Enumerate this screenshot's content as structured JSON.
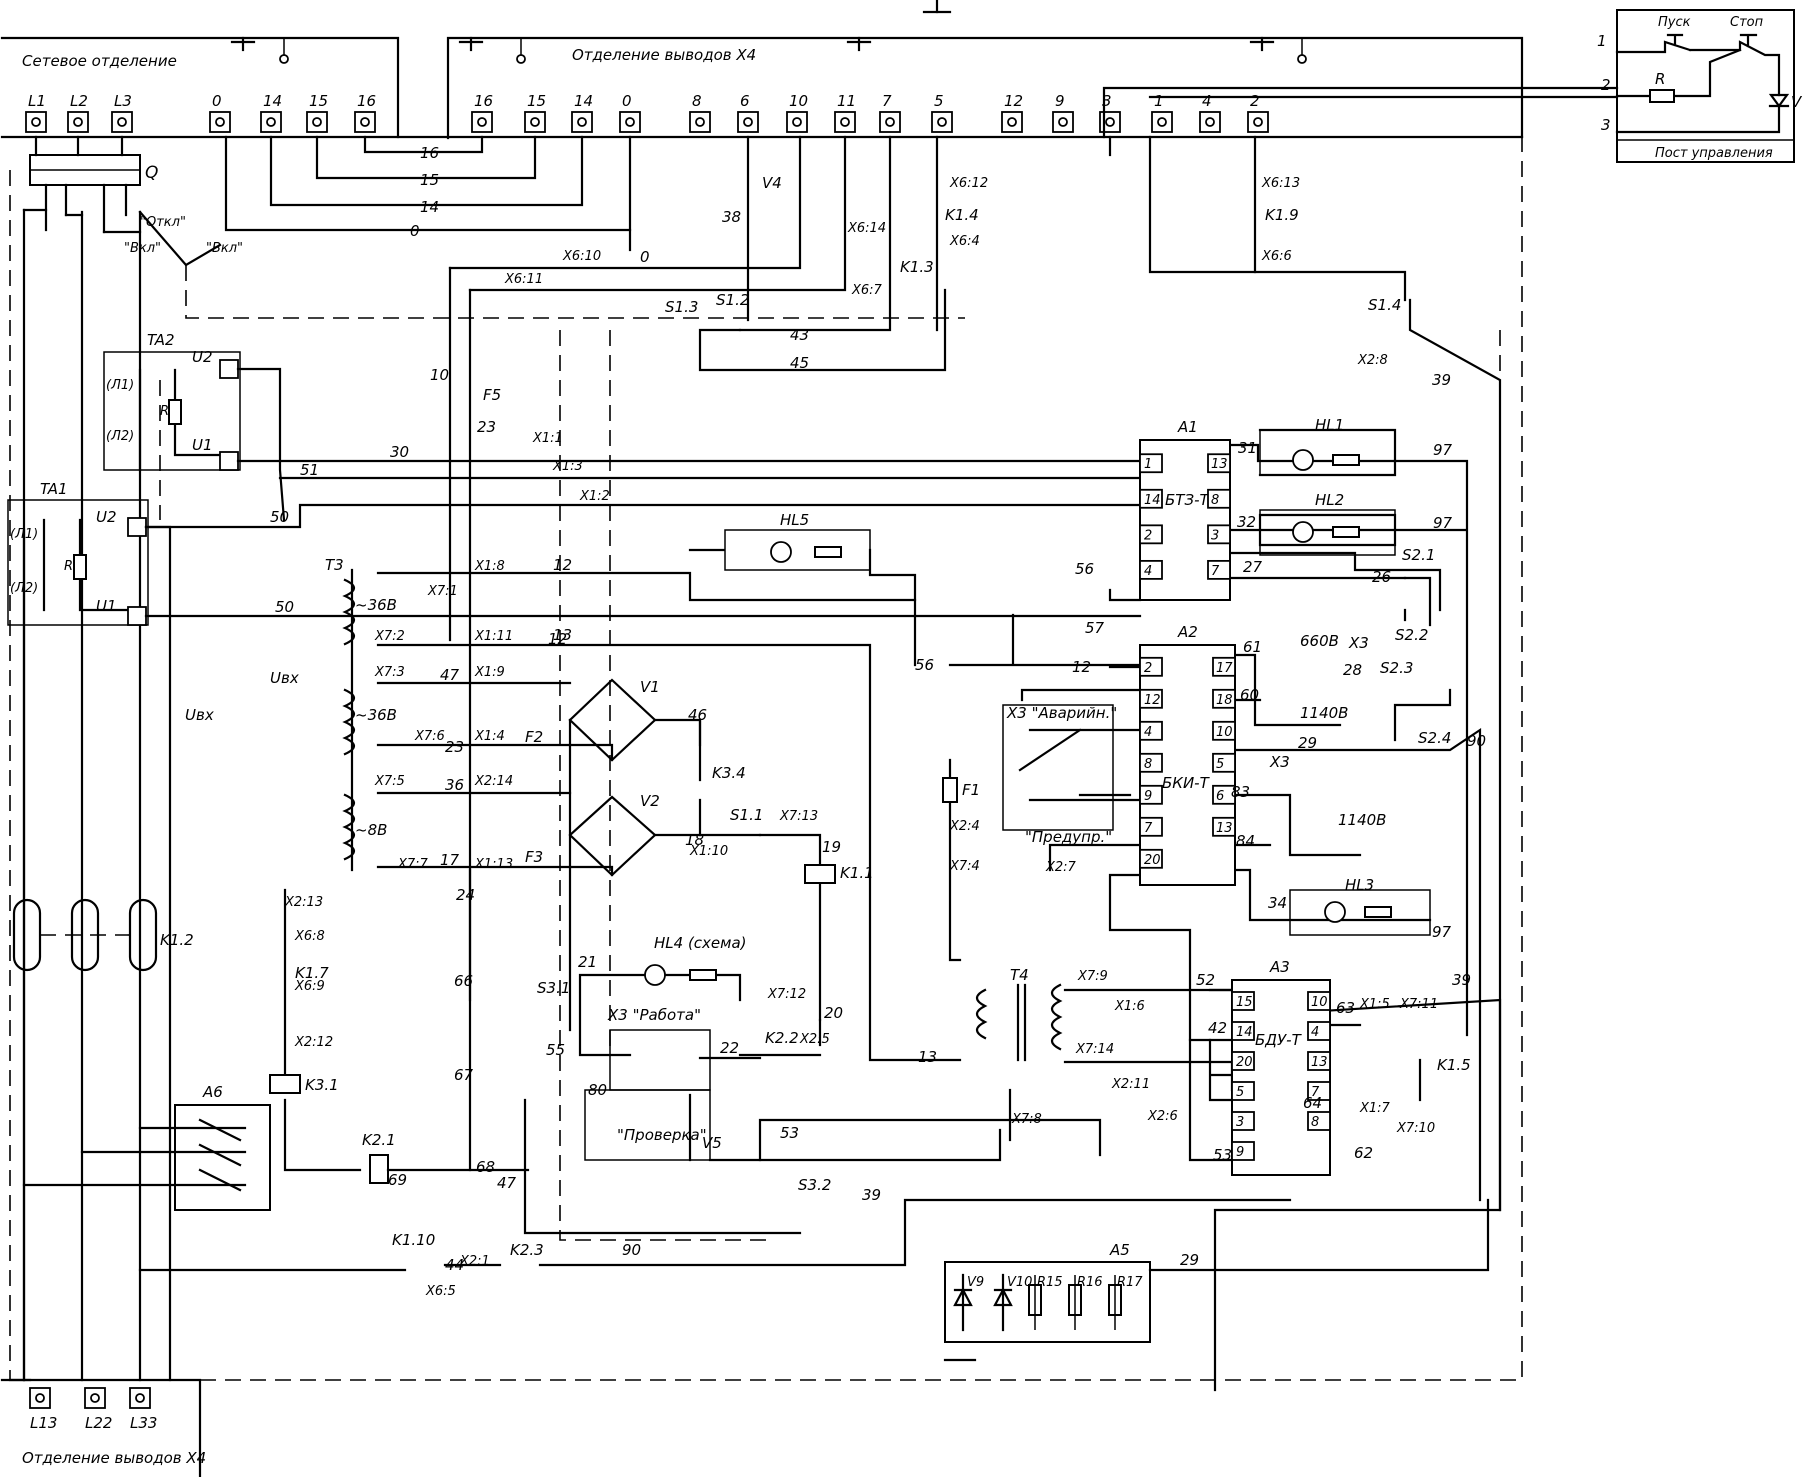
{
  "headers": {
    "network": "Сетевое отделение",
    "outputs_top": "Отделение выводов X4",
    "outputs_bottom": "Отделение выводов X4",
    "control_post": "Пост управления"
  },
  "top_terminals": [
    "L1",
    "L2",
    "L3",
    "0",
    "14",
    "15",
    "16",
    "16",
    "15",
    "14",
    "0",
    "8",
    "6",
    "10",
    "11",
    "7",
    "5",
    "12",
    "9",
    "3",
    "1",
    "4",
    "2"
  ],
  "bottom_terminals": [
    "L13",
    "L22",
    "L33"
  ],
  "control_post": {
    "start": "Пуск",
    "stop": "Стоп",
    "r": "R",
    "v": "V",
    "pins": [
      "1",
      "2",
      "3"
    ]
  },
  "modules": {
    "a1": {
      "ref": "A1",
      "name": "БТЗ-Т",
      "left_pins": [
        "1",
        "14",
        "2",
        "4"
      ],
      "right_pins": [
        "13",
        "8",
        "3",
        "7"
      ]
    },
    "a2": {
      "ref": "A2",
      "name": "БКИ-Т",
      "left_pins": [
        "2",
        "12",
        "4",
        "8",
        "9",
        "7",
        "20"
      ],
      "right_pins": [
        "17",
        "18",
        "10",
        "5",
        "6",
        "13"
      ]
    },
    "a3": {
      "ref": "A3",
      "name": "БДУ-Т",
      "left_pins": [
        "15",
        "14",
        "20",
        "5",
        "3",
        "9"
      ],
      "right_pins": [
        "10",
        "4",
        "13",
        "7",
        "8"
      ]
    },
    "a5": {
      "ref": "A5",
      "parts": [
        "V9",
        "V10",
        "R15",
        "R16",
        "R17"
      ]
    },
    "a6": {
      "ref": "A6"
    }
  },
  "component_labels": {
    "q": "Q",
    "otkl": "\"Откл\"",
    "vkl": "\"Вкл\"",
    "vkl2": "\"Вкл\"",
    "ta1": "TA1",
    "ta2": "TA2",
    "t3": "T3",
    "t4": "T4",
    "k12": "K1.2",
    "k11": "K1.1",
    "k17": "K1.7",
    "k31": "K3.1",
    "k21": "K2.1",
    "k14": "K1.4",
    "k13": "K1.3",
    "k19": "K1.9",
    "k15": "K1.5",
    "k110": "K1.10",
    "k23": "K2.3",
    "k22": "K2.2",
    "k34": "K3.4",
    "s11": "S1.1",
    "s12": "S1.2",
    "s13": "S1.3",
    "s14": "S1.4",
    "s21": "S2.1",
    "s22": "S2.2",
    "s23": "S2.3",
    "s24": "S2.4",
    "s31": "S3.1",
    "s32": "S3.2",
    "hl1": "HL1",
    "hl2": "HL2",
    "hl3": "HL3",
    "hl4": "HL4 (схема)",
    "hl5": "HL5",
    "f1": "F1",
    "f2": "F2",
    "f3": "F3",
    "f5": "F5",
    "v1": "V1",
    "v2": "V2",
    "v4": "V4",
    "v5": "V5",
    "u1": "U1",
    "u2": "U2",
    "l1": "(Л1)",
    "l2": "(Л2)",
    "r": "R",
    "v36a": "~36B",
    "v36b": "~36B",
    "v8": "~8B",
    "u_vh": "Uвх",
    "u_vih": "Uвх",
    "x3_avar": "X3 \"Аварийн.\"",
    "predupr": "\"Предупр.\"",
    "x3_rabota": "X3  \"Работа\"",
    "proverka": "\"Проверка\"",
    "v660": "660B",
    "v1140a": "1140B",
    "v1140b": "1140B",
    "x3": "X3",
    "x3b": "X3"
  },
  "wire_labels": [
    "16",
    "15",
    "14",
    "0",
    "0",
    "30",
    "51",
    "50",
    "50",
    "12",
    "13",
    "47",
    "23",
    "36",
    "17",
    "10",
    "23",
    "43",
    "45",
    "38",
    "56",
    "56",
    "12",
    "57",
    "29",
    "39",
    "90",
    "97",
    "97",
    "97",
    "31",
    "32",
    "27",
    "26",
    "61",
    "60",
    "28",
    "83",
    "84",
    "34",
    "52",
    "42",
    "53",
    "53",
    "63",
    "64",
    "62",
    "39",
    "29",
    "39",
    "90",
    "46",
    "18",
    "19",
    "20",
    "21",
    "55",
    "22",
    "80",
    "47",
    "69",
    "68",
    "24",
    "66",
    "67",
    "44",
    "12",
    "13"
  ],
  "connector_labels": [
    "X6:10",
    "X6:11",
    "X6:12",
    "X6:4",
    "X6:14",
    "X6:7",
    "X6:13",
    "X6:6",
    "X2:8",
    "X1:1",
    "X1:3",
    "X1:2",
    "X1:8",
    "X7:1",
    "X1:11",
    "X7:2",
    "X7:3",
    "X1:9",
    "X7:6",
    "X1:4",
    "X7:5",
    "X2:14",
    "X7:7",
    "X1:13",
    "X1:10",
    "X7:13",
    "X7:12",
    "X2:5",
    "X2:13",
    "X6:8",
    "X6:9",
    "X2:12",
    "X2:4",
    "X7:4",
    "X2:7",
    "X7:9",
    "X1:6",
    "X7:14",
    "X2:11",
    "X7:8",
    "X2:6",
    "X1:5",
    "X7:11",
    "X1:7",
    "X7:10",
    "X2:1",
    "X6:5"
  ]
}
